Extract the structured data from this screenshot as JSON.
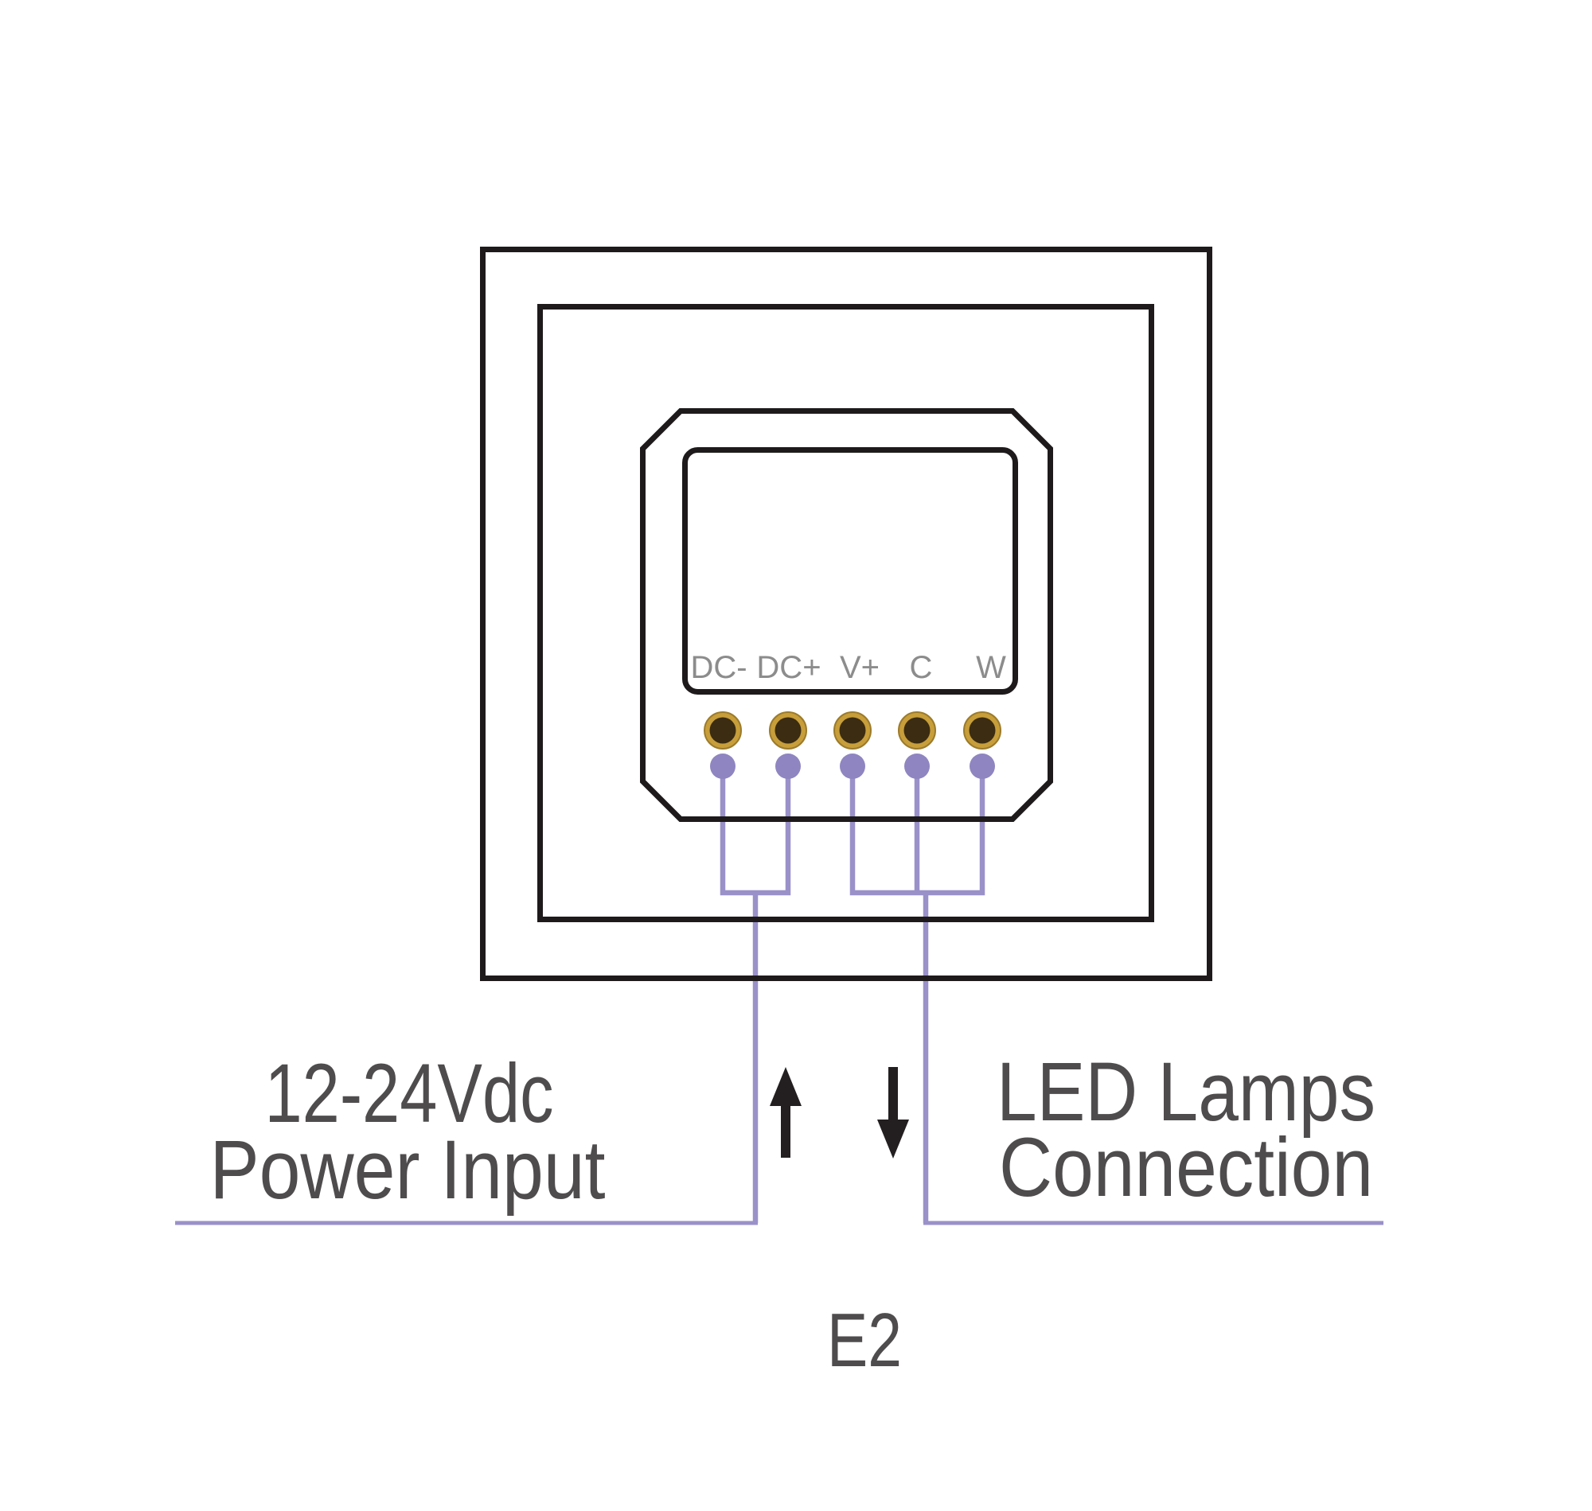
{
  "device": {
    "terminal_labels": [
      "DC-",
      "DC+",
      "V+",
      "C",
      "W"
    ]
  },
  "annotations": {
    "power_line1": "12-24Vdc",
    "power_line2": "Power Input",
    "led_line1": "LED Lamps",
    "led_line2": "Connection",
    "model": "E2"
  },
  "colors": {
    "background": "#FFFFFF",
    "outline": "#1E1A1B",
    "wire": "#9A91C9",
    "wire_dot": "#8F85C0",
    "terminal_gold": "#C79E3A",
    "terminal_gold_rim": "#9C7B2B",
    "terminal_core": "#3B2C12",
    "small_label": "#8C8C8C",
    "big_label": "#4F4C4D",
    "arrow": "#231F20"
  }
}
